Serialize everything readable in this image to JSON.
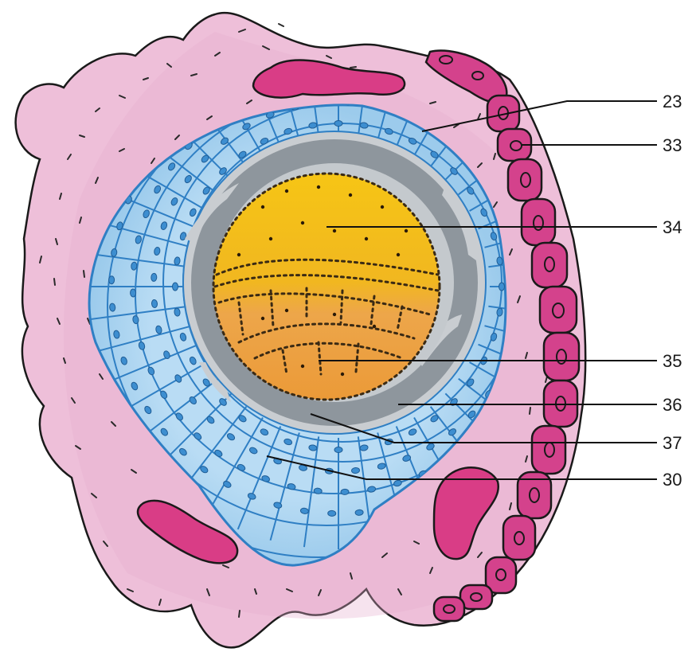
{
  "figure": {
    "labels": [
      "23",
      "33",
      "34",
      "35",
      "36",
      "37",
      "30"
    ]
  },
  "colors": {
    "stroma": "#eebfd9",
    "stroma_edge": "#1a1a1a",
    "vessel": "#d93d86",
    "theca_cell": "#d4428c",
    "granulosa": "#aad3f0",
    "granulosa_edge": "#2f7fc4",
    "granulosa_nucleus": "#3d8ed0",
    "zona": "#8e969d",
    "zona_light": "#c4c9cd",
    "oocyte_top": "#f4c21a",
    "oocyte_bottom": "#eea23a"
  }
}
